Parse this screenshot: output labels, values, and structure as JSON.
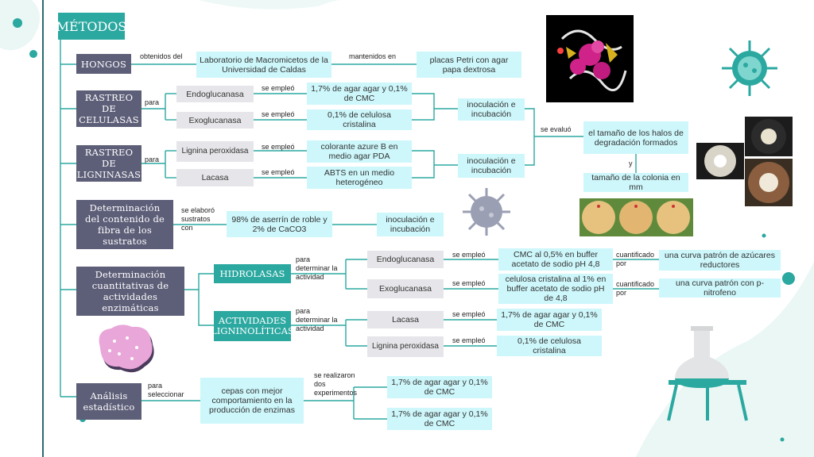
{
  "colors": {
    "primary": "#2ba8a0",
    "header_bg": "#5d5e78",
    "box_bg": "#cdf7fb",
    "gray_box_bg": "#e6e6ea",
    "line": "#2ba8a0"
  },
  "title": "MÉTODOS",
  "hongos": {
    "label": "HONGOS",
    "link1": "obtenidos del",
    "lab": "Laboratorio de Macromicetos de la Universidad de Caldas",
    "link2": "mantenidos en",
    "petri": "placas Petri con agar papa dextrosa"
  },
  "celulasas": {
    "label": "RASTREO DE CELULASAS",
    "para": "para",
    "endo": "Endoglucanasa",
    "exo": "Exoglucanasa",
    "se1": "se empleó",
    "se2": "se empleó",
    "medio1": "1,7% de agar agar y 0,1% de CMC",
    "medio2": "0,1% de celulosa cristalina",
    "inoc": "inoculación e incubación"
  },
  "ligninasas": {
    "label": "RASTREO DE LIGNINASAS",
    "para": "para",
    "lignina": "Lignina peroxidasa",
    "lacasa": "Lacasa",
    "se1": "se empleó",
    "se2": "se empleó",
    "medio1": "colorante azure B en medio agar PDA",
    "medio2": "ABTS en un medio heterogéneo",
    "inoc": "inoculación e incubación"
  },
  "evaluacion": {
    "link": "se evaluó",
    "halos": "el tamaño de los halos de degradación formados",
    "y": "y",
    "colonia": "tamaño de la colonia en mm"
  },
  "fibra": {
    "label": "Determinación del contenido de fibra de los sustratos",
    "link": "se elaboró sustratos con",
    "sustrato": "98% de aserrín de roble y 2% de CaCO3",
    "inoc": "inoculación e incubación"
  },
  "cuantitativa": {
    "label": "Determinación cuantitativas de actividades enzimáticas",
    "hidrolasas": "HIDROLASAS",
    "ligninoliticas": "ACTIVIDADES LIGNINOLÍTICAS",
    "para1": "para determinar la actividad",
    "para2": "para determinar la actividad",
    "endo": "Endoglucanasa",
    "exo": "Exoglucanasa",
    "lacasa": "Lacasa",
    "lignina": "Lignina peroxidasa",
    "se1": "se empleó",
    "se2": "se empleó",
    "se3": "se empleó",
    "se4": "se empleó",
    "m1": "CMC al 0,5% en buffer acetato de sodio pH 4,8",
    "m2": "celulosa cristalina al 1% en buffer acetato de sodio pH de 4,8",
    "m3": "1,7% de agar agar y 0,1% de CMC",
    "m4": "0,1% de celulosa cristalina",
    "cuant1": "cuantificado por",
    "cuant2": "cuantificado por",
    "curva1": "una curva patrón de azúcares reductores",
    "curva2": "una curva patrón con p-nitrofeno"
  },
  "estadistico": {
    "label": "Análisis estadístico",
    "para": "para seleccionar",
    "cepas": "cepas con mejor comportamiento en la producción de enzimas",
    "link": "se realizaron dos experimentos",
    "e1": "1,7% de agar agar y 0,1% de CMC",
    "e2": "1,7% de agar agar y 0,1% de CMC"
  }
}
